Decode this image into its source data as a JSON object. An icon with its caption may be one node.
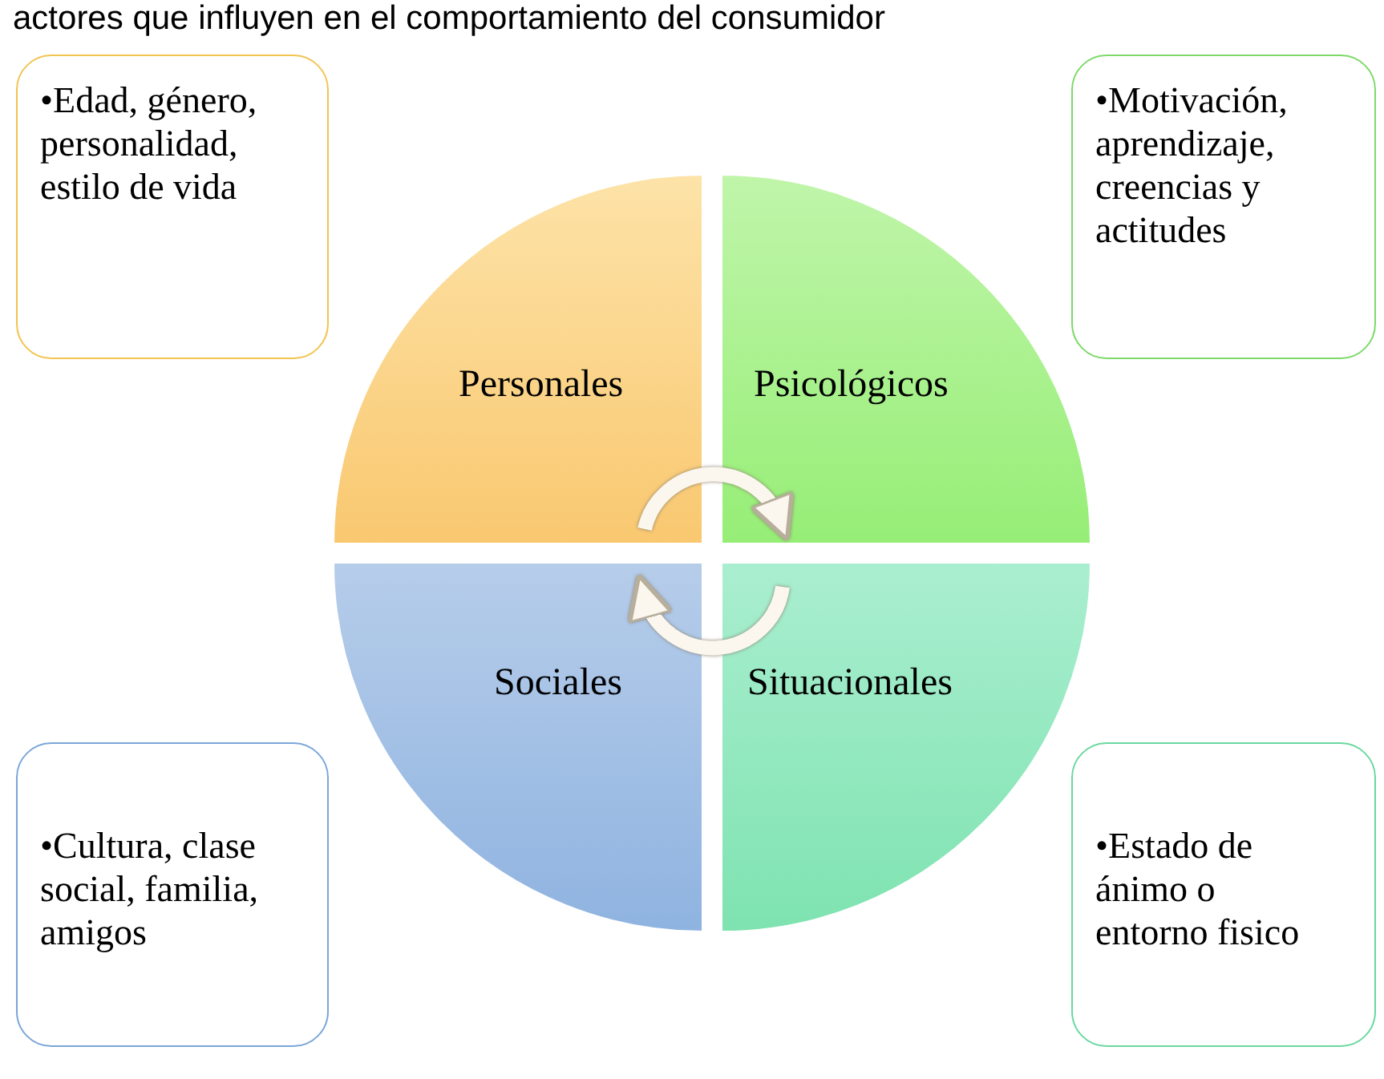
{
  "diagram": {
    "title": "actores que influyen en el comportamiento del consumidor",
    "nodes": [
      {
        "text": [
          "•Edad, género, personalidad, estilo de vida"
        ]
      },
      {
        "text": [
          "•Motivación, aprendizaje, creencias y actitudes"
        ]
      },
      {
        "text": [
          "Personales"
        ]
      },
      {
        "text": [
          "Psicológicos"
        ]
      },
      {
        "text": [
          "Sociales"
        ]
      },
      {
        "text": [
          "Situacionales"
        ]
      },
      {
        "text": [
          "•Cultura, clase social, familia, amigos"
        ]
      },
      {
        "text": [
          "•Estado de ánimo o entorno fisico"
        ]
      }
    ],
    "edges": [
      {
        "from": 2,
        "to": 3,
        "arrow": "to"
      },
      {
        "from": 5,
        "to": 4,
        "arrow": "to"
      }
    ]
  }
}
